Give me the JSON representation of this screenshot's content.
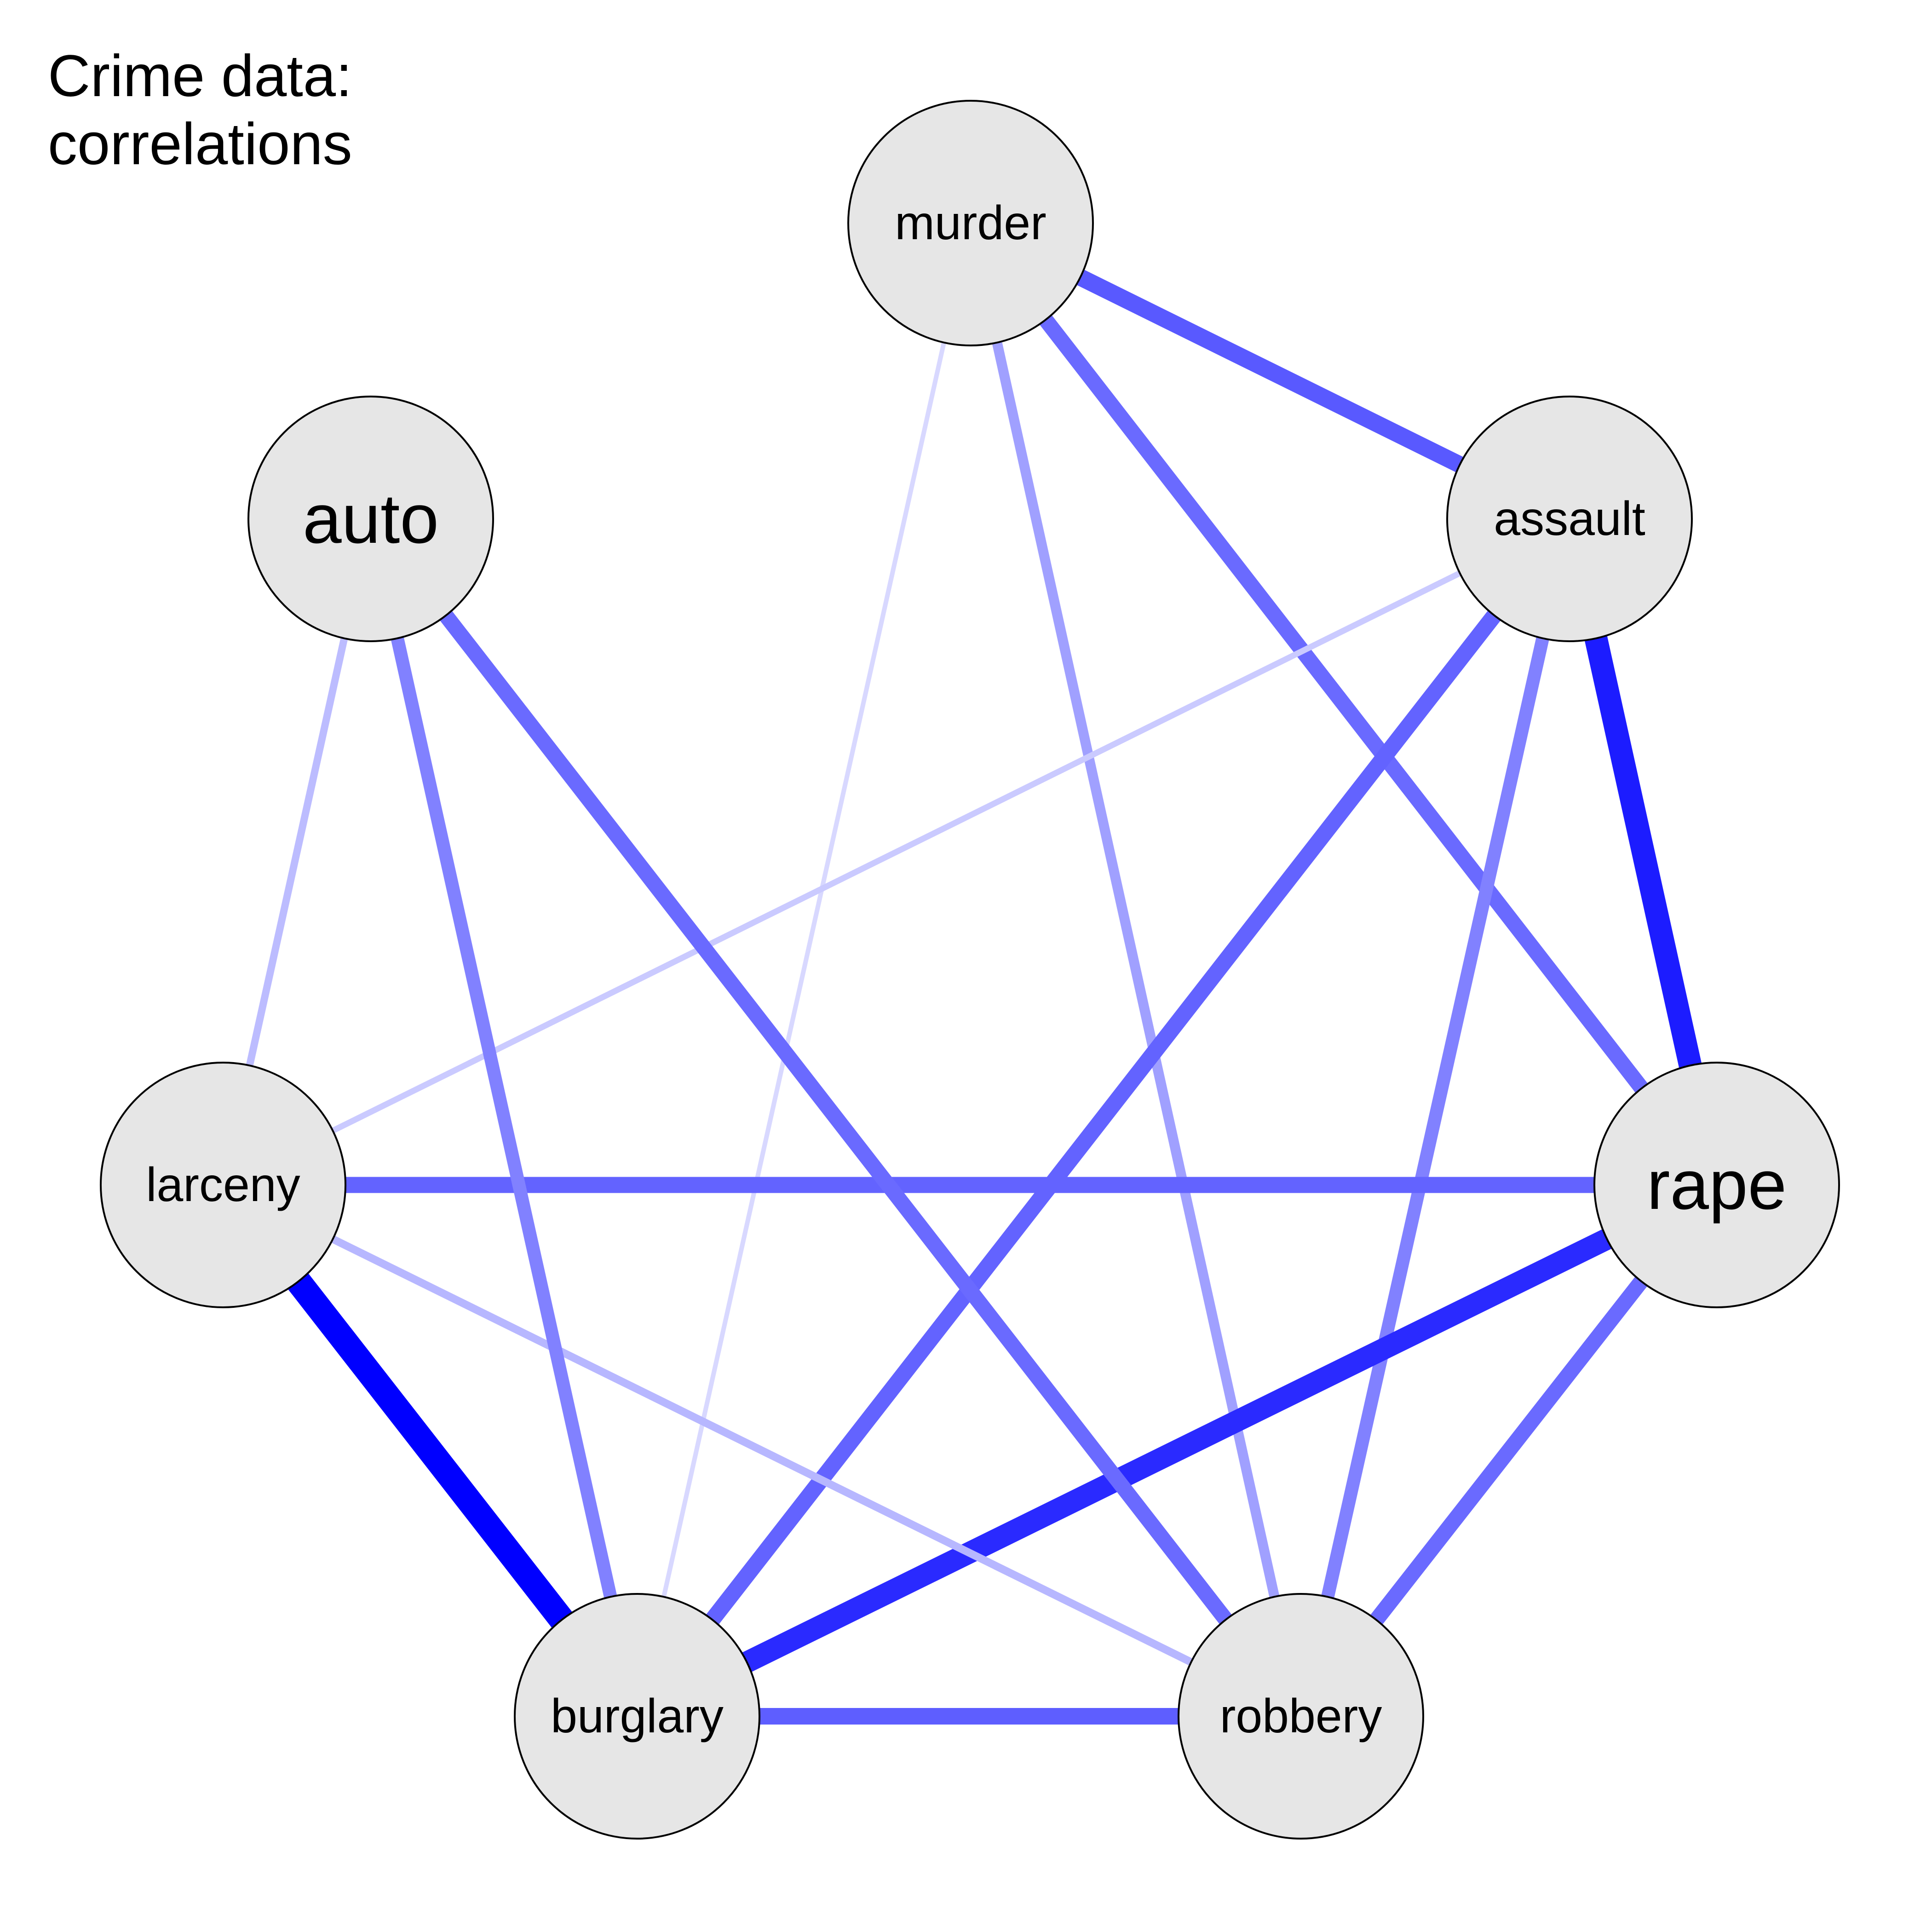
{
  "title": {
    "line1": "Crime data:",
    "line2": "correlations"
  },
  "nodes": [
    {
      "id": "murder",
      "label": "murder",
      "emphasis": "normal"
    },
    {
      "id": "assault",
      "label": "assault",
      "emphasis": "normal"
    },
    {
      "id": "rape",
      "label": "rape",
      "emphasis": "large"
    },
    {
      "id": "robbery",
      "label": "robbery",
      "emphasis": "normal"
    },
    {
      "id": "burglary",
      "label": "burglary",
      "emphasis": "normal"
    },
    {
      "id": "larceny",
      "label": "larceny",
      "emphasis": "normal"
    },
    {
      "id": "auto",
      "label": "auto",
      "emphasis": "large"
    }
  ],
  "edges": [
    {
      "from": "murder",
      "to": "assault",
      "strength": 0.62
    },
    {
      "from": "murder",
      "to": "rape",
      "strength": 0.55
    },
    {
      "from": "murder",
      "to": "robbery",
      "strength": 0.32
    },
    {
      "from": "murder",
      "to": "burglary",
      "strength": 0.08
    },
    {
      "from": "assault",
      "to": "rape",
      "strength": 0.88
    },
    {
      "from": "assault",
      "to": "robbery",
      "strength": 0.45
    },
    {
      "from": "assault",
      "to": "burglary",
      "strength": 0.58
    },
    {
      "from": "assault",
      "to": "larceny",
      "strength": 0.14
    },
    {
      "from": "rape",
      "to": "robbery",
      "strength": 0.55
    },
    {
      "from": "rape",
      "to": "burglary",
      "strength": 0.82
    },
    {
      "from": "rape",
      "to": "larceny",
      "strength": 0.58
    },
    {
      "from": "robbery",
      "to": "burglary",
      "strength": 0.6
    },
    {
      "from": "robbery",
      "to": "larceny",
      "strength": 0.22
    },
    {
      "from": "robbery",
      "to": "auto",
      "strength": 0.55
    },
    {
      "from": "burglary",
      "to": "larceny",
      "strength": 1.0
    },
    {
      "from": "burglary",
      "to": "auto",
      "strength": 0.45
    },
    {
      "from": "larceny",
      "to": "auto",
      "strength": 0.2
    }
  ],
  "colors": {
    "edge": "#0000ff",
    "node_fill": "#e6e6e6",
    "node_stroke": "#000000"
  }
}
